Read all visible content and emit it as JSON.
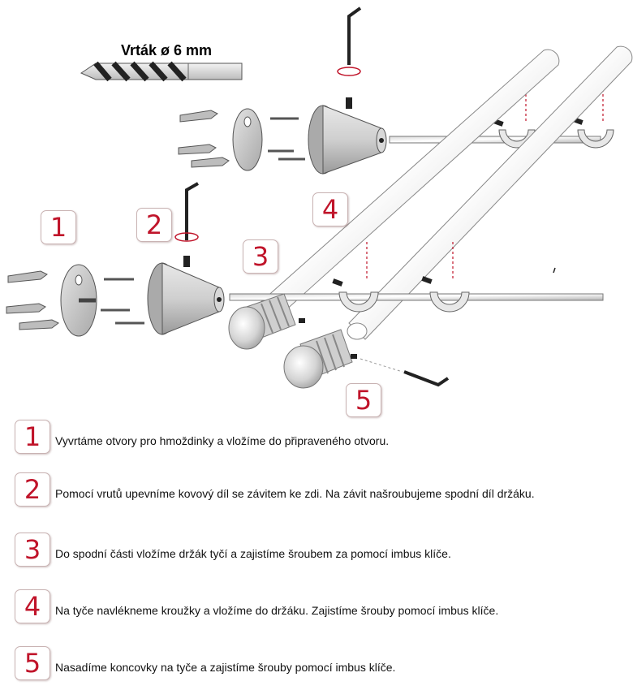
{
  "drill_label": "Vrták ø 6 mm",
  "diagram_badges": [
    "1",
    "2",
    "3",
    "4",
    "5"
  ],
  "steps": [
    {
      "number": "1",
      "text": "Vyvrtáme otvory pro hmoždinky a vložíme do připraveného otvoru."
    },
    {
      "number": "2",
      "text": "Pomocí vrutů upevníme kovový díl se závitem ke zdi. Na závit našroubujeme spodní díl držáku."
    },
    {
      "number": "3",
      "text": "Do spodní části vložíme držák tyčí a zajistíme šroubem za pomocí imbus klíče."
    },
    {
      "number": "4",
      "text": "Na tyče navlékneme kroužky a vložíme do držáku. Zajistíme šrouby pomocí imbus klíče."
    },
    {
      "number": "5",
      "text": "Nasadíme koncovky na tyče  a zajistíme šrouby pomocí imbus klíče."
    }
  ],
  "colors": {
    "badge_number": "#c0142a",
    "badge_border": "#c9b3b3",
    "arrow": "#c0142a"
  }
}
